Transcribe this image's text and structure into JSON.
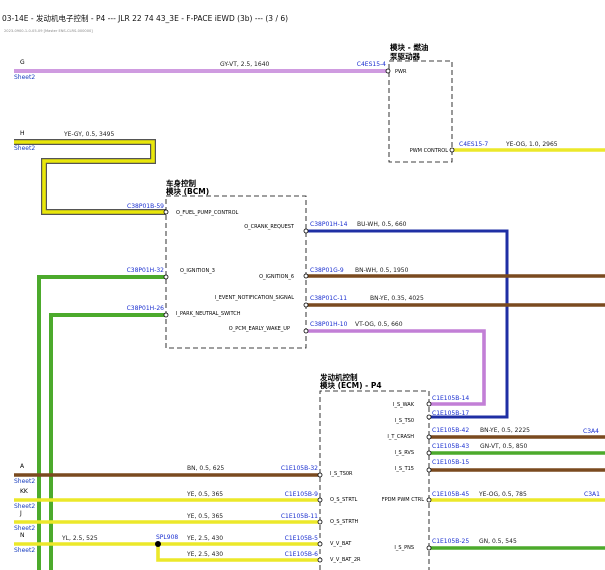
{
  "header": {
    "title": "03-14E - 发动机电子控制 - P4 --- JLR 22 74 43_3E - F-PACE iEWD (3b) --- (3 / 6)",
    "subtitle": "2023-0900-1-0-05-09  [Master ENS-CLRS-000000]"
  },
  "colors": {
    "gy_vt": "#cf9be0",
    "ye_gy": "#e9e70a",
    "ye_gy_outline": "#555555",
    "gn": "#4caa2c",
    "bu_wh": "#1f2fa4",
    "bn": "#7a4a1f",
    "vt_og": "#c27fd6",
    "ye": "#ece82a",
    "sheet_link": "#1a3fbf",
    "connector_id": "#1a2fd0",
    "line_text": "#222222"
  },
  "sheet_refs": [
    {
      "letter": "G",
      "sheet": "Sheet2"
    },
    {
      "letter": "H",
      "sheet": "Sheet2"
    },
    {
      "letter": "A",
      "sheet": "Sheet2"
    },
    {
      "letter": "KK",
      "sheet": "Sheet2"
    },
    {
      "letter": "J",
      "sheet": "Sheet2"
    },
    {
      "letter": "N",
      "sheet": "Sheet2"
    }
  ],
  "modules": {
    "fuel_pump": {
      "title_line1": "模块 - 燃油",
      "title_line2": "泵驱动器",
      "pins": [
        "PWR",
        "PWM CONTROL"
      ]
    },
    "bcm": {
      "title_line1": "车身控制",
      "title_line2": "模块 (BCM)",
      "pins": [
        "O_FUEL_PUMP_CONTROL",
        "O_CRANK_REQUEST",
        "O_IGNITION_3",
        "O_IGNITION_6",
        "I_EVENT_NOTIFICATION_SIGNAL",
        "I_PARK_NEUTRAL_SWITCH",
        "O_PCM_EARLY_WAKE_UP"
      ]
    },
    "ecm": {
      "title_line1": "发动机控制",
      "title_line2": "模块 (ECM) - P4",
      "pins": [
        "I_S_WAK",
        "I_S_TS0",
        "I_T_CRASH",
        "I_S_RVS",
        "I_S_T15",
        "I_S_TS0R",
        "O_S_STRTL",
        "O_S_STRTH",
        "V_V_BAT",
        "V_V_BAT_2R",
        "FPDM PWM CTRL",
        "I_S_PNS"
      ]
    }
  },
  "connectors": [
    "C4ES15-4",
    "C4ES15-7",
    "C38P01B-59",
    "C38P01H-14",
    "C38P01H-32",
    "C38P01G-9",
    "C38P01C-11",
    "C38P01H-26",
    "C38P01H-10",
    "C1E105B-14",
    "C1E105B-17",
    "C1E105B-42",
    "C1E105B-43",
    "C1E105B-15",
    "C1E105B-32",
    "C1E105B-9",
    "C1E105B-11",
    "C1E105B-5",
    "C1E105B-6",
    "C1E105B-45",
    "C1E105B-25",
    "C3A4",
    "C3A1",
    "SPL908"
  ],
  "wires": [
    "GY-VT, 2.5, 1640",
    "YE-GY, 0.5, 3495",
    "YE-OG, 1.0, 2965",
    "BU-WH, 0.5, 660",
    "BN-WH, 0.5, 1950",
    "BN-YE, 0.35, 4025",
    "VT-OG, 0.5, 660",
    "BN-YE, 0.5, 2225",
    "GN-VT, 0.5, 850",
    "BN, 0.5, 625",
    "YE, 0.5, 365",
    "YE, 0.5, 365",
    "YE, 2.5, 430",
    "YE, 2.5, 430",
    "YL, 2.5, 525",
    "YE-OG, 0.5, 785",
    "GN, 0.5, 545"
  ]
}
